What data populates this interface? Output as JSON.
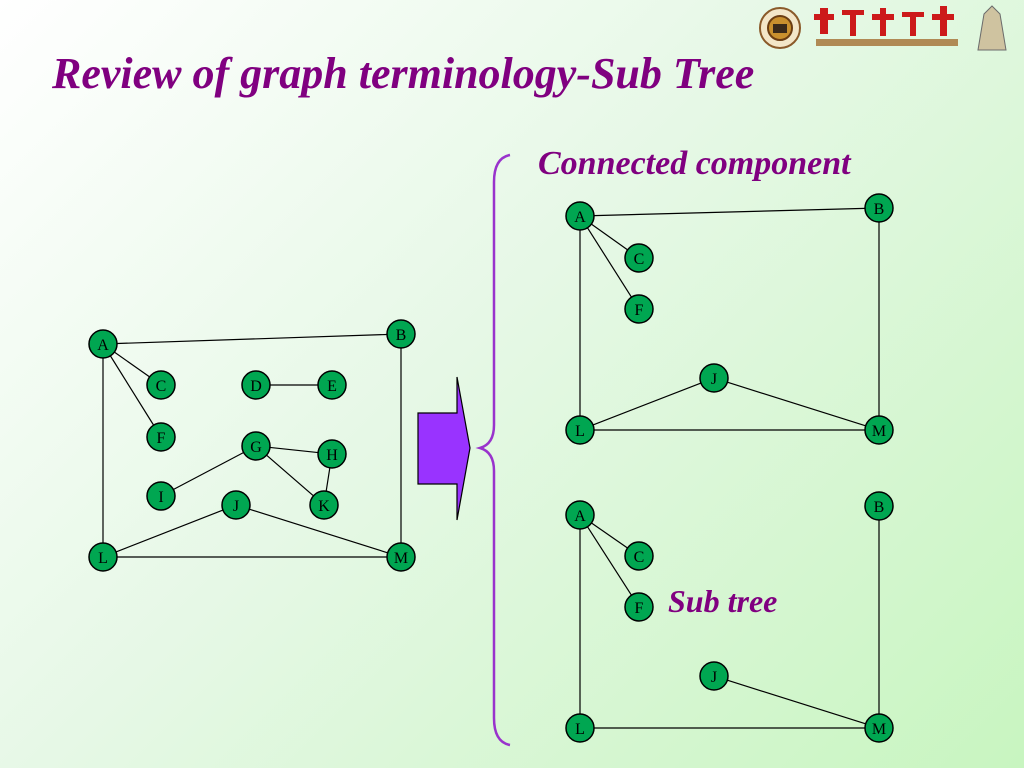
{
  "slide": {
    "title": "Review of graph terminology-Sub Tree",
    "connected_label": "Connected component",
    "subtree_label": "Sub tree",
    "colors": {
      "title": "#800080",
      "node_fill": "#00a651",
      "arrow": "#9933ff",
      "brace": "#9933cc"
    }
  },
  "graphs": [
    {
      "id": "original",
      "nodes": [
        "A",
        "B",
        "C",
        "D",
        "E",
        "F",
        "G",
        "H",
        "I",
        "J",
        "K",
        "L",
        "M"
      ],
      "edges": [
        [
          "A",
          "B"
        ],
        [
          "A",
          "C"
        ],
        [
          "A",
          "F"
        ],
        [
          "A",
          "L"
        ],
        [
          "B",
          "M"
        ],
        [
          "D",
          "E"
        ],
        [
          "G",
          "H"
        ],
        [
          "G",
          "K"
        ],
        [
          "H",
          "K"
        ],
        [
          "G",
          "I"
        ],
        [
          "L",
          "J"
        ],
        [
          "J",
          "M"
        ],
        [
          "L",
          "M"
        ]
      ]
    },
    {
      "id": "connected-component",
      "nodes": [
        "A",
        "B",
        "C",
        "F",
        "J",
        "L",
        "M"
      ],
      "edges": [
        [
          "A",
          "B"
        ],
        [
          "A",
          "C"
        ],
        [
          "A",
          "F"
        ],
        [
          "A",
          "L"
        ],
        [
          "B",
          "M"
        ],
        [
          "L",
          "J"
        ],
        [
          "J",
          "M"
        ],
        [
          "L",
          "M"
        ]
      ]
    },
    {
      "id": "sub-tree",
      "nodes": [
        "A",
        "B",
        "C",
        "F",
        "J",
        "L",
        "M"
      ],
      "edges": [
        [
          "A",
          "C"
        ],
        [
          "A",
          "F"
        ],
        [
          "A",
          "L"
        ],
        [
          "B",
          "M"
        ],
        [
          "J",
          "M"
        ],
        [
          "L",
          "M"
        ]
      ]
    }
  ]
}
